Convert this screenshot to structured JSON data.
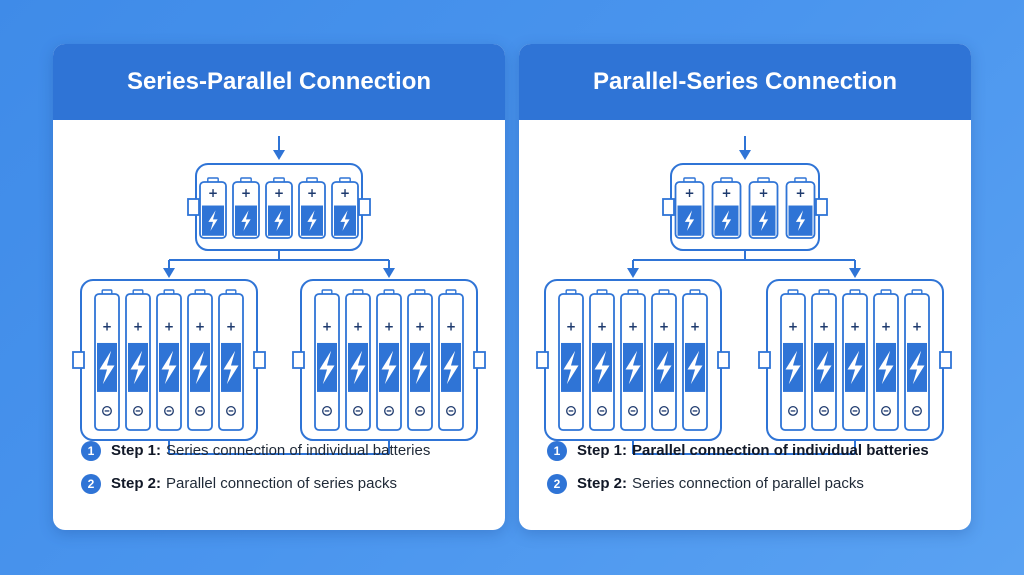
{
  "colors": {
    "accent": "#2f74d6",
    "background": "#4a95ee",
    "card": "#ffffff"
  },
  "panels": [
    {
      "title": "Series-Parallel Connection",
      "top_group": {
        "cells": 5
      },
      "bottom_groups": [
        {
          "cells": 5
        },
        {
          "cells": 5
        }
      ],
      "steps": [
        {
          "number": "1",
          "label": "Step 1:",
          "text": "Series connection of individual batteries"
        },
        {
          "number": "2",
          "label": "Step 2:",
          "text": "Parallel connection of series packs"
        }
      ]
    },
    {
      "title": "Parallel-Series Connection",
      "top_group": {
        "cells": 4
      },
      "bottom_groups": [
        {
          "cells": 5
        },
        {
          "cells": 5
        }
      ],
      "steps": [
        {
          "number": "1",
          "label": "Step 1:",
          "text": "Parallel connection of individual batteries"
        },
        {
          "number": "2",
          "label": "Step 2:",
          "text": "Series connection of parallel packs"
        }
      ]
    }
  ],
  "icons": {
    "plus": "+",
    "minus": "−",
    "bolt": "lightning-bolt-icon",
    "arrow": "arrow-down-icon"
  }
}
